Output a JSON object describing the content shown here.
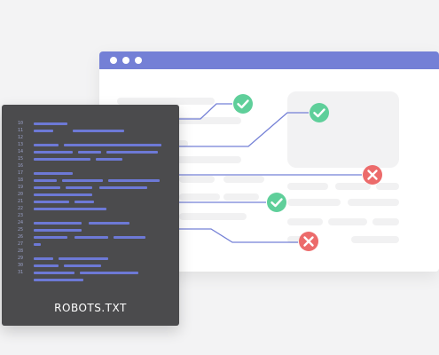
{
  "code_panel": {
    "title": "ROBOTS.TXT",
    "line_numbers": [
      "10",
      "11",
      "12",
      "13",
      "14",
      "15",
      "16",
      "17",
      "18",
      "19",
      "20",
      "21",
      "22",
      "23",
      "24",
      "25",
      "26",
      "27",
      "28",
      "29",
      "30",
      "31"
    ]
  },
  "colors": {
    "accent": "#7480d6",
    "code_bg": "#4b4b4d",
    "check": "#5fcf9a",
    "cross": "#ec6b6b",
    "placeholder": "#f1f1f2"
  },
  "markers": [
    {
      "type": "check",
      "icon": "check-circle-icon"
    },
    {
      "type": "check",
      "icon": "check-circle-icon"
    },
    {
      "type": "cross",
      "icon": "x-circle-icon"
    },
    {
      "type": "check",
      "icon": "check-circle-icon"
    },
    {
      "type": "cross",
      "icon": "x-circle-icon"
    }
  ]
}
